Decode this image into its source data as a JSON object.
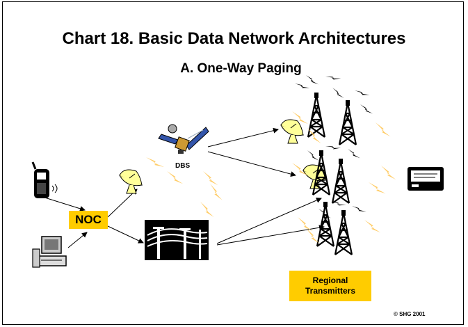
{
  "slide": {
    "title": "Chart 18. Basic Data Network Architectures",
    "subtitle": "A. One-Way Paging",
    "noc_label": "NOC",
    "dbs_label": "DBS",
    "regional_label": "Regional\nTransmitters",
    "copyright": "© SHG 2001"
  },
  "icons": [
    "cell-phone-icon",
    "desktop-computer-icon",
    "satellite-dish-icon",
    "satellite-icon",
    "power-lines-icon",
    "radio-tower-icon",
    "pager-icon",
    "lightning-signal-icon"
  ],
  "colors": {
    "accent": "#ffcc00",
    "dish": "#ffff99",
    "signal": "#ffcc66"
  }
}
